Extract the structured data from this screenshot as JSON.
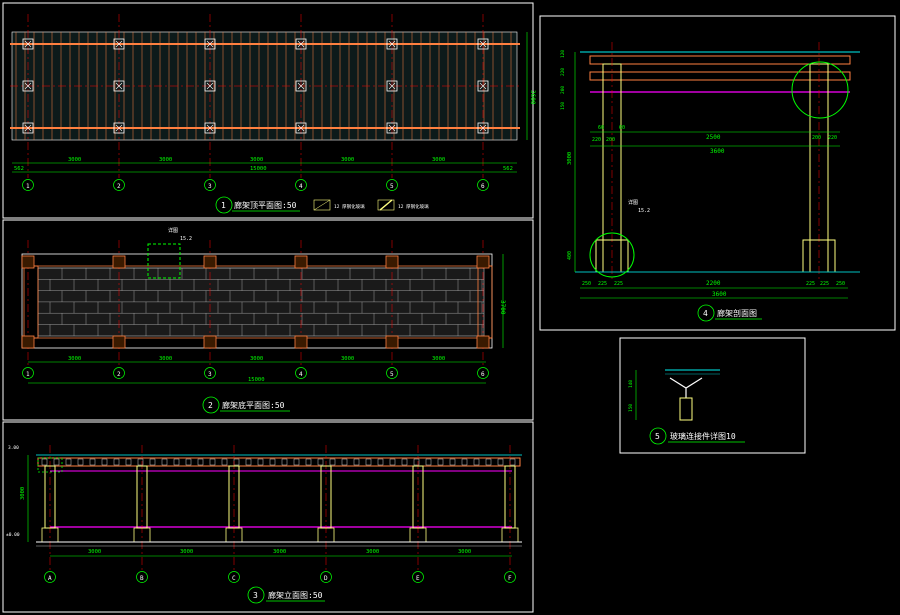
{
  "colors": {
    "background": "#000000",
    "frame": "#ffffff",
    "dimension": "#00ff00",
    "grid_axis": "#ff0000",
    "timber": "#ff8040",
    "post": "#ffff80",
    "paving": "#c0c0c0",
    "bench": "#ff00ff",
    "glass": "#00c0c0",
    "text": "#ffffff"
  },
  "titles": {
    "plan_top": {
      "no": "1",
      "text": "廊架顶平面图",
      "scale": ":50"
    },
    "plan_bottom": {
      "no": "2",
      "text": "廊架底平面图",
      "scale": ":50"
    },
    "elevation": {
      "no": "3",
      "text": "廊架立面图",
      "scale": ":50"
    },
    "section": {
      "no": "4",
      "text": "廊架剖面图",
      "scale": ""
    },
    "detail": {
      "no": "5",
      "text": "玻璃连接件详图",
      "scale": "10"
    }
  },
  "axes_numeric": [
    "1",
    "2",
    "3",
    "4",
    "5",
    "6"
  ],
  "axes_alpha": [
    "A",
    "B",
    "C",
    "D",
    "E",
    "F"
  ],
  "dims": {
    "bay": "3000",
    "total": "15000",
    "edge": "562",
    "plan_depth": "3600",
    "bottom_depth": "3700",
    "section_span": "2500",
    "section_total": "3600",
    "section_base_span": "2200",
    "section_height": "3000",
    "elev_height": "3000",
    "sec_top_a": "220",
    "sec_top_b": "220",
    "sec_top_c": "60",
    "sec_top_d": "200",
    "sec_top_e": "60",
    "sec_base_a": "250",
    "sec_base_b": "225",
    "sec_base_c": "225",
    "sec_base_d": "250",
    "sec_post_footing": "400",
    "sec_vert_1": "120",
    "sec_vert_2": "220",
    "sec_vert_3": "200",
    "sec_vert_4": "150",
    "det_h1": "140",
    "det_h2": "150",
    "level_top": "3.00",
    "level_ground": "±0.00"
  },
  "legend": {
    "item1": "12 厚钢化玻璃",
    "item2": "12 厚钢化玻璃"
  },
  "callouts": {
    "c1": "详图",
    "c1_ref": "15.2",
    "c2": "详图",
    "c2_ref": "15.2"
  }
}
